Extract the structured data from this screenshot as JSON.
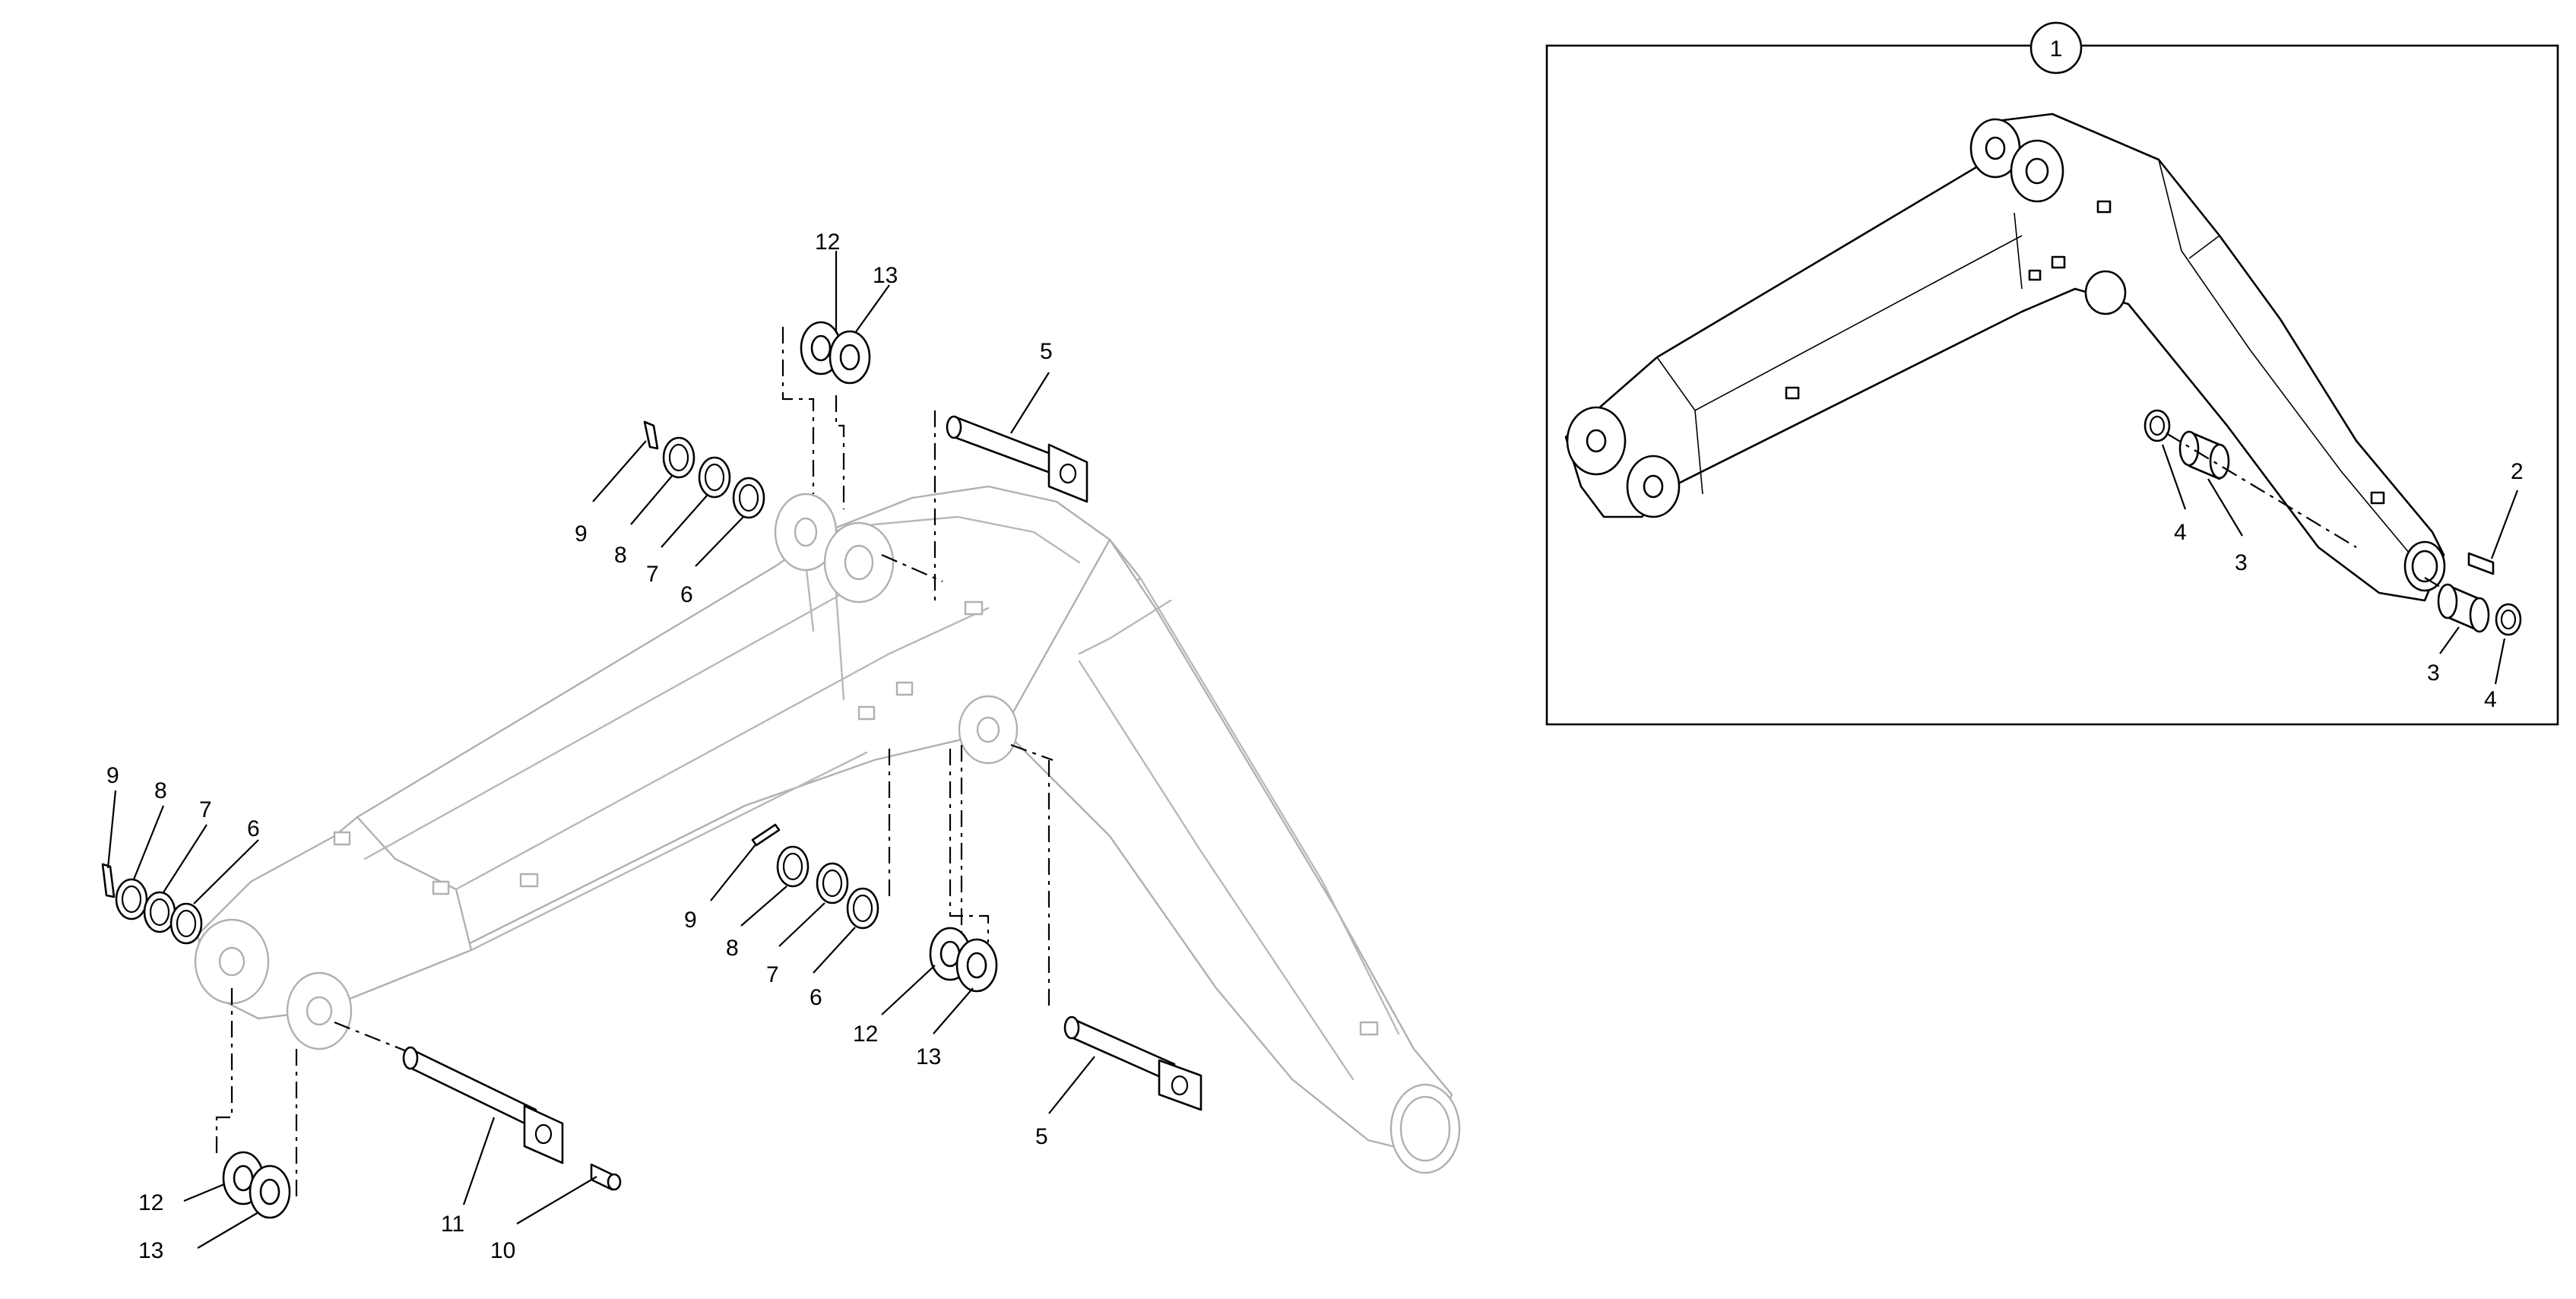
{
  "inset": {
    "badge": "1",
    "callouts": [
      {
        "id": "inset-2",
        "text": "2"
      },
      {
        "id": "inset-3a",
        "text": "3"
      },
      {
        "id": "inset-3b",
        "text": "3"
      },
      {
        "id": "inset-4a",
        "text": "4"
      },
      {
        "id": "inset-4b",
        "text": "4"
      }
    ]
  },
  "callouts": {
    "top_12": "12",
    "top_13": "13",
    "top_5": "5",
    "top_9": "9",
    "top_8": "8",
    "top_7": "7",
    "top_6": "6",
    "left_9": "9",
    "left_8": "8",
    "left_7": "7",
    "left_6": "6",
    "mid_9": "9",
    "mid_8": "8",
    "mid_7": "7",
    "mid_6": "6",
    "mid_12": "12",
    "mid_13": "13",
    "right_5": "5",
    "bot_12": "12",
    "bot_13": "13",
    "bot_11": "11",
    "bot_10": "10"
  }
}
